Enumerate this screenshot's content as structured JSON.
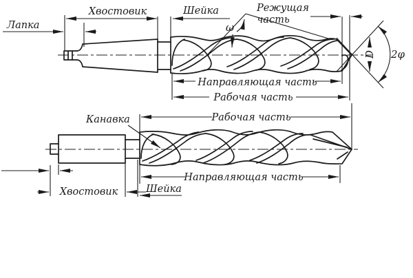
{
  "figure": {
    "title_semantic": "Parts and elements of twist drills",
    "ink_color": "#1b1b1b",
    "background_color": "#ffffff",
    "top_drill": {
      "type_semantic": "taper-shank twist drill",
      "labels": {
        "tang": "Лапка",
        "shank": "Хвостовик",
        "neck": "Шейка",
        "cutting_part_lines": [
          "Режущая",
          "часть"
        ],
        "helix_angle_symbol": "ω",
        "diameter_symbol": "D",
        "point_angle_symbol": "2φ",
        "guiding_part": "Направляющая часть",
        "working_part": "Рабочая часть"
      }
    },
    "bottom_drill": {
      "type_semantic": "straight-shank twist drill",
      "labels": {
        "flute": "Канавка",
        "shank": "Хвостовик",
        "neck": "Шейка",
        "guiding_part": "Направляющая часть",
        "working_part": "Рабочая часть"
      }
    }
  }
}
